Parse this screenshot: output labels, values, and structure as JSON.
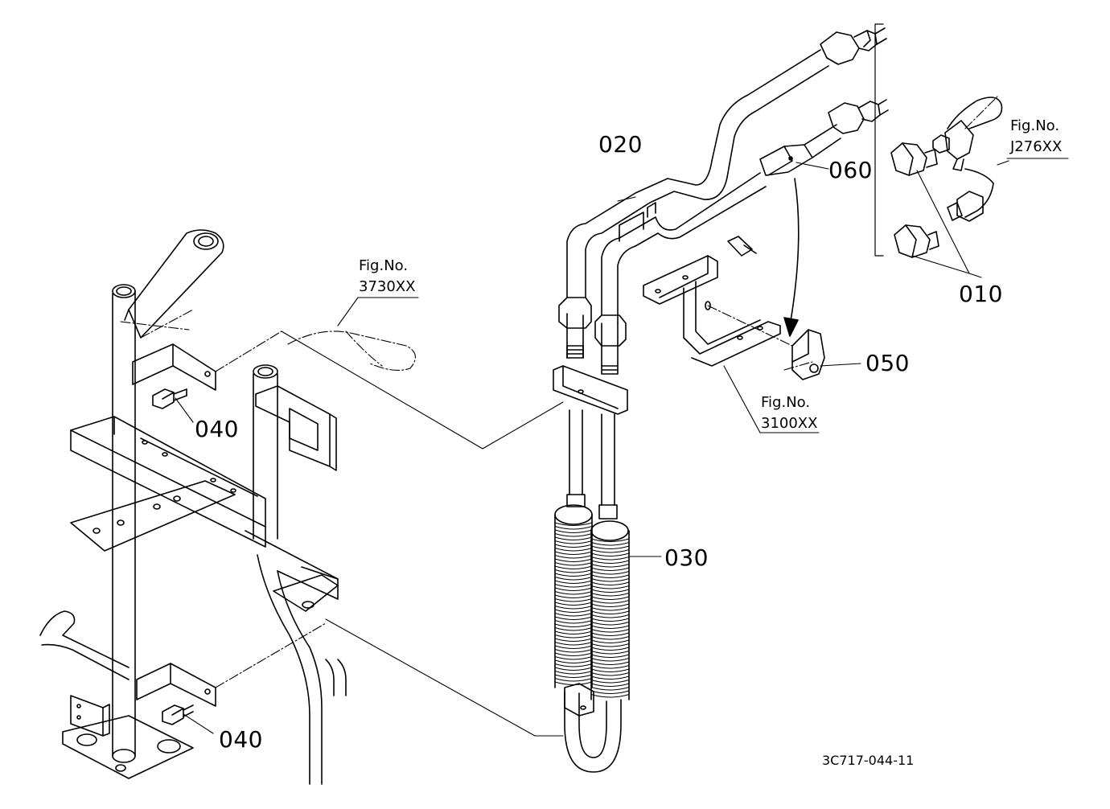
{
  "diagram": {
    "part_labels": {
      "p010": "010",
      "p020": "020",
      "p030": "030",
      "p040_upper": "040",
      "p040_lower": "040",
      "p050": "050",
      "p060": "060"
    },
    "figure_refs": {
      "fig_3730": {
        "prefix": "Fig.No.",
        "code": "3730XX"
      },
      "fig_3100": {
        "prefix": "Fig.No.",
        "code": "3100XX"
      },
      "fig_j276": {
        "prefix": "Fig.No.",
        "code": "J276XX"
      }
    },
    "drawing_id": "3C717-044-11"
  }
}
